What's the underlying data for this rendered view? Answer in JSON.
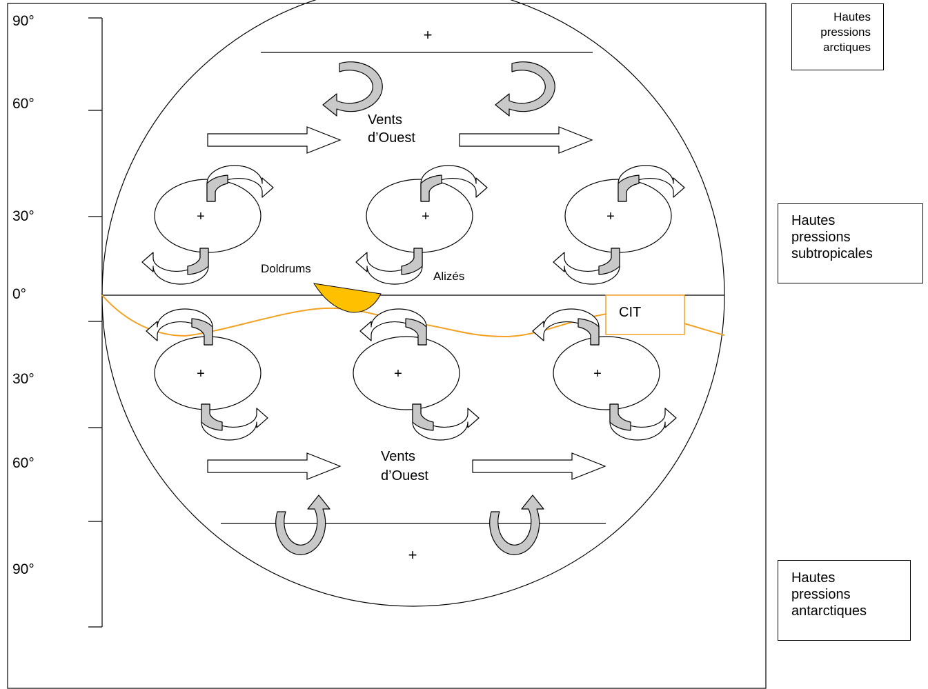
{
  "scale_labels": {
    "north_90": "90°",
    "north_60": "60°",
    "north_30": "30°",
    "equator": "0°",
    "south_30": "30°",
    "south_60": "60°",
    "south_90": "90°"
  },
  "north_pole_high": "+",
  "south_pole_high": "+",
  "westerlies_north": {
    "line1": "Vents",
    "line2": "d’Ouest"
  },
  "westerlies_south": {
    "line1": "Vents",
    "line2": "d’Ouest"
  },
  "doldrums": "Doldrums",
  "trade_winds": "Alizés",
  "cit": "CIT",
  "anticyclone_symbol": "+",
  "legend": {
    "arctic": [
      "Hautes",
      "pressions",
      "arctiques"
    ],
    "subtropical": [
      "Hautes",
      "pressions",
      "subtropicales"
    ],
    "antarctic": [
      "Hautes",
      "pressions",
      "antarctiques"
    ]
  },
  "colors": {
    "sun": "#ffc000",
    "cit_line": "#f4a020",
    "curl_arrow": "#c8c8c8"
  }
}
